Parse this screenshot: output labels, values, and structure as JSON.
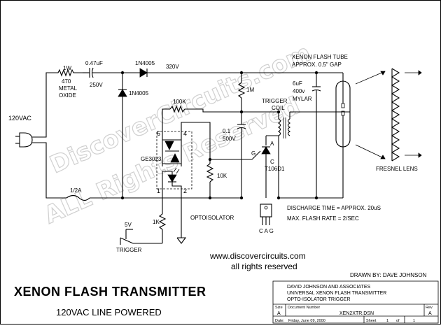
{
  "title_block": {
    "main_title": "XENON FLASH TRANSMITTER",
    "subtitle": "120VAC LINE POWERED",
    "website": "www.discovercircuits.com",
    "rights": "all rights reserved",
    "drawn_by": "DRAWN BY: DAVE JOHNSON",
    "company_line1": "DAVID JOHNSON AND ASSOCIATES",
    "company_line2": "UNIVERSAL XENON FLASH TRANSMITTER",
    "company_line3": "OPTO-ISOLATOR TRIGGER",
    "size_label": "Size",
    "size_value": "A",
    "doc_label": "Document Number",
    "doc_value": "XEN2XTR.DSN",
    "rev_label": "Rev",
    "rev_value": "A",
    "date_label": "Date:",
    "date_value": "Friday, June 09, 2000",
    "sheet_label": "Sheet",
    "sheet_value": "1",
    "of_label": "of",
    "of_value": "1"
  },
  "watermark": {
    "line1": "DiscoverCircuits.com",
    "line2": "ALL Rights Reserved"
  },
  "labels": {
    "ac_source": "120VAC",
    "resistor_1w": "1W",
    "resistor_470": "470",
    "metal": "METAL",
    "oxide": "OXIDE",
    "cap_047": "0.47uF",
    "cap_250v": "250V",
    "diode_top": "1N4005",
    "diode_vert": "1N4005",
    "v320": "320V",
    "res_1m": "1M",
    "res_100k": "100K",
    "res_10k": "10K",
    "res_1k": "1K",
    "cap_01": "0.1",
    "cap_500v": "500V",
    "trigger_coil_1": "TRIGGER",
    "trigger_coil_2": "COIL",
    "cap_6uf": "6uF",
    "cap_400v": "400v",
    "mylar": "MYLAR",
    "xenon_1": "XENON FLASH TUBE",
    "xenon_2": "APPROX. 0.5\" GAP",
    "fresnel": "FRESNEL LENS",
    "scr_g": "G",
    "scr_a": "A",
    "scr_c": "C",
    "scr_part": "T106D1",
    "opto_part": "GE3023",
    "pin6": "6",
    "pin4": "4",
    "pin1": "1",
    "pin2": "2",
    "optoisolator": "OPTOISOLATOR",
    "fuse": "1/2A",
    "v5": "5V",
    "trigger": "TRIGGER",
    "discharge": "DISCHARGE TIME = APPROX. 20uS",
    "flash_rate": "MAX. FLASH RATE = 2/SEC",
    "cag": "C A G"
  }
}
